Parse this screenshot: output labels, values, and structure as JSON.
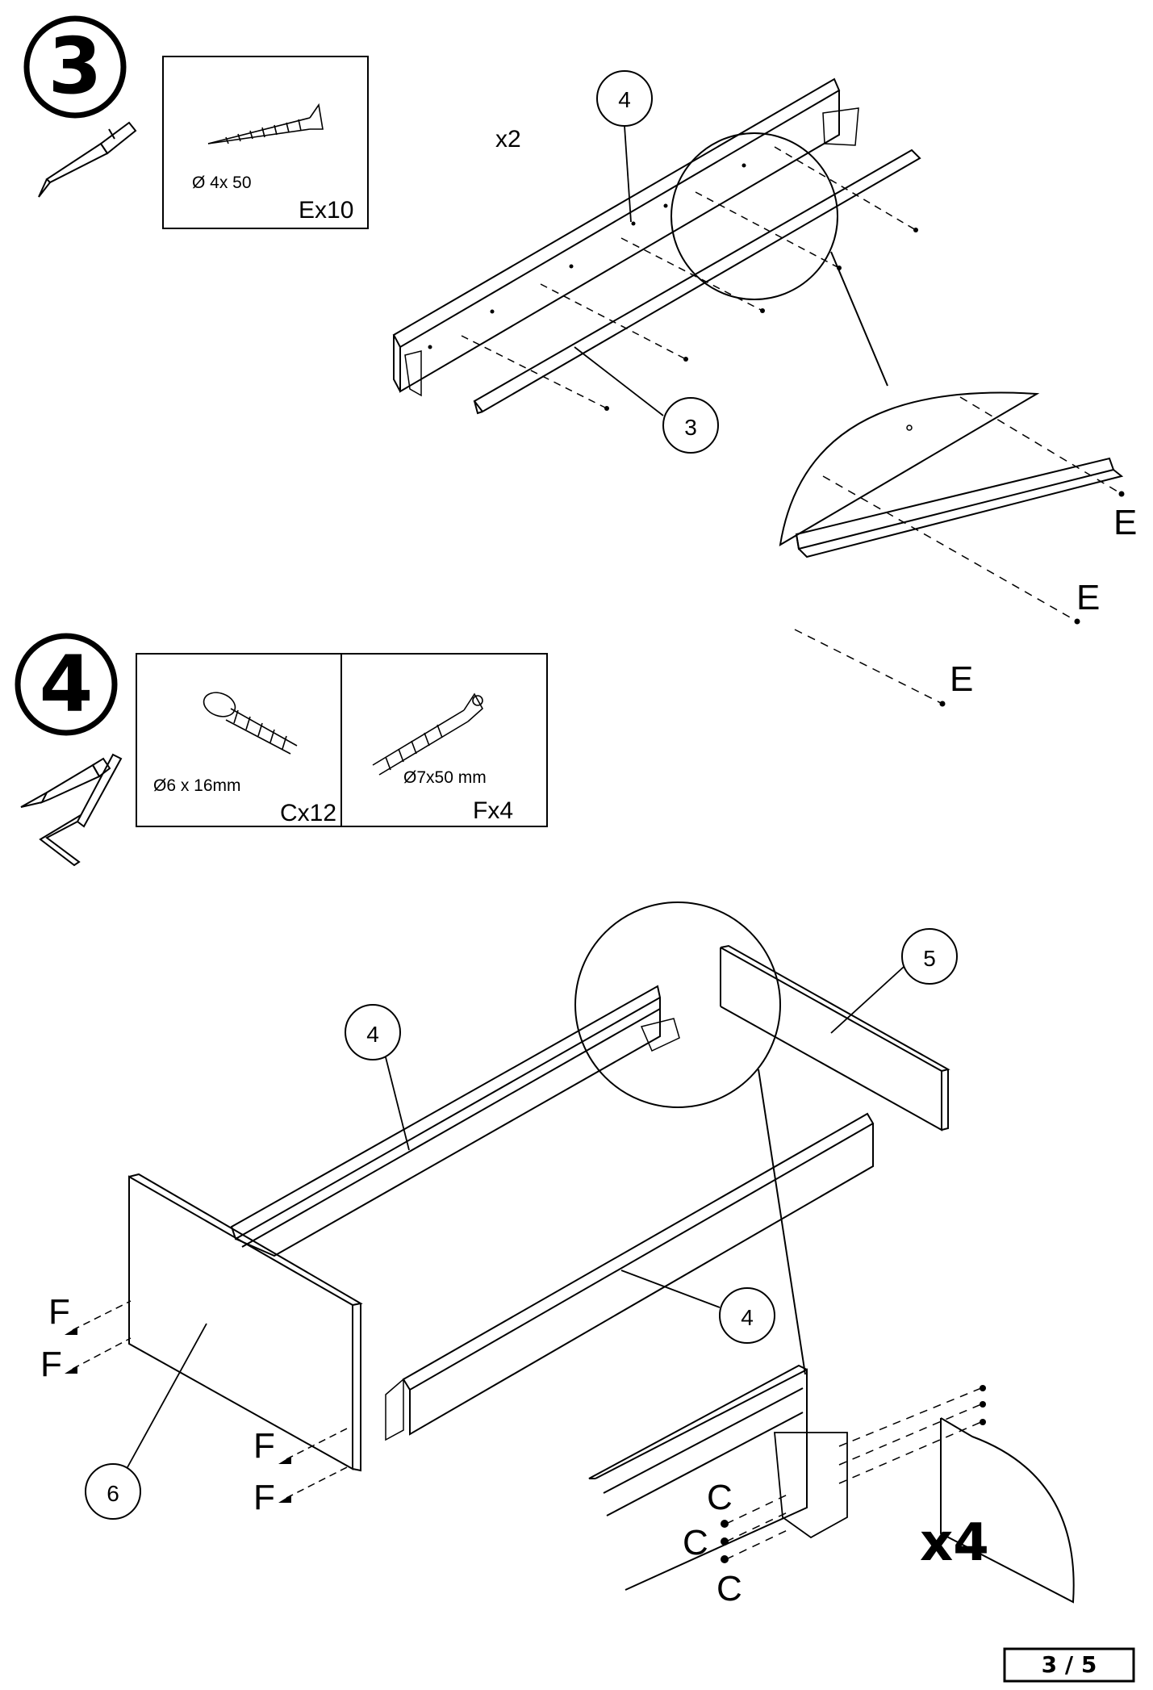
{
  "step3": {
    "number": "3",
    "screw_spec": "Ø 4x 50",
    "screw_label": "Ex10",
    "multiplier": "x2",
    "callouts": {
      "rail": "4",
      "bar": "3"
    },
    "e_labels": [
      "E",
      "E",
      "E"
    ]
  },
  "step4": {
    "number": "4",
    "part_c_spec": "Ø6 x 16mm",
    "part_c_label": "Cx12",
    "part_f_spec": "Ø7x50 mm",
    "part_f_label": "Fx4",
    "callouts": {
      "front": "6",
      "back": "5",
      "rail_left": "4",
      "rail_right": "4"
    },
    "f_labels": [
      "F",
      "F",
      "F",
      "F"
    ],
    "c_labels": [
      "C",
      "C",
      "C"
    ],
    "multiplier": "x4"
  },
  "footer": {
    "page": "3 / 5"
  }
}
